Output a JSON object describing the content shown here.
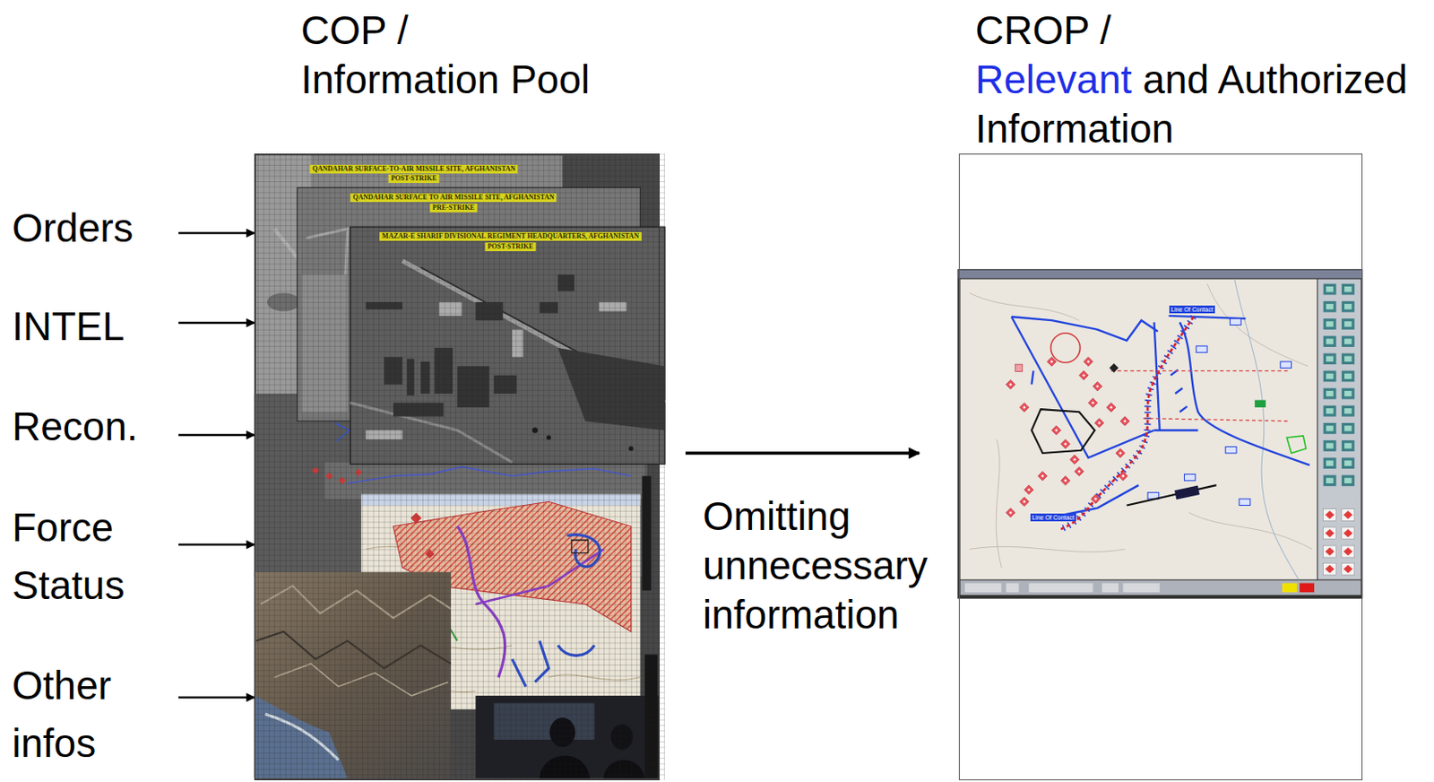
{
  "diagram": {
    "nodes": [
      {
        "text": [
          "COP / Information Pool"
        ]
      },
      {
        "text": [
          "Orders"
        ]
      },
      {
        "text": [
          "INTEL"
        ]
      },
      {
        "text": [
          "Recon."
        ]
      },
      {
        "text": [
          "Force Status"
        ]
      },
      {
        "text": [
          "Other infos"
        ]
      },
      {
        "text": [
          "CROP / Relevant and Authorized Information"
        ]
      }
    ],
    "edges": [
      {
        "from": 1,
        "to": 0,
        "arrow": "to"
      },
      {
        "from": 2,
        "to": 0,
        "arrow": "to"
      },
      {
        "from": 3,
        "to": 0,
        "arrow": "to"
      },
      {
        "from": 4,
        "to": 0,
        "arrow": "to"
      },
      {
        "from": 5,
        "to": 0,
        "arrow": "to"
      },
      {
        "from": 0,
        "to": 6,
        "arrow": "to",
        "label": "Omitting unnecessary information"
      }
    ],
    "labels": [
      "QANDAHAR SURFACE-TO-AIR MISSILE SITE, AFGHANISTAN",
      "POST-STRIKE",
      "QANDAHAR SURFACE TO AIR MISSILE SITE, AFGHANISTAN",
      "PRE-STRIKE",
      "MAZAR-E SHARIF DIVISIONAL REGIMENT HEADQUARTERS, AFGHANISTAN",
      "POST-STRIKE",
      "Line Of Contact",
      "Line Of Contact"
    ]
  }
}
